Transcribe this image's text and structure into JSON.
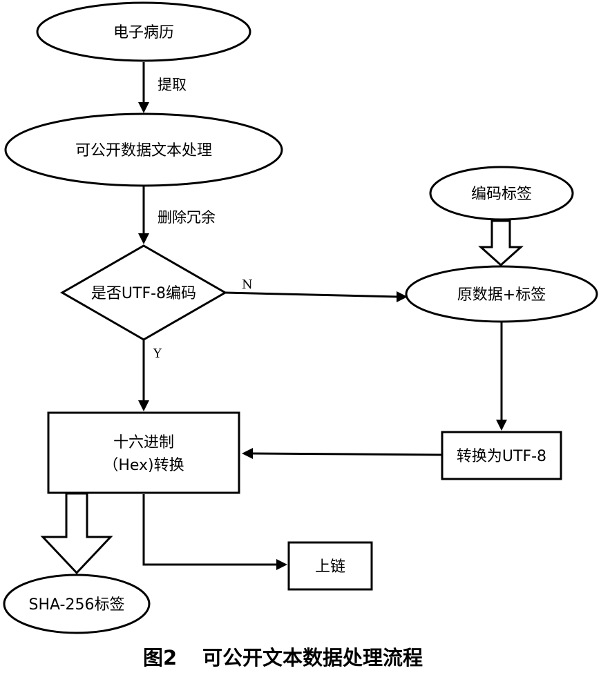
{
  "nodes": {
    "emr": "电子病历",
    "text_processing": "可公开数据文本处理",
    "is_utf8": "是否UTF-8编码",
    "encoding_tag": "编码标签",
    "raw_plus_tag": "原数据+标签",
    "hex_line1": "十六进制",
    "hex_line2": "（Hex)转换",
    "to_utf8": "转换为UTF-8",
    "sha256_tag": "SHA-256标签",
    "on_chain": "上链"
  },
  "edges": {
    "extract": "提取",
    "remove_redundancy": "删除冗余",
    "no": "N",
    "yes": "Y"
  },
  "caption": {
    "figure_number": "图2",
    "title": "可公开文本数据处理流程"
  }
}
